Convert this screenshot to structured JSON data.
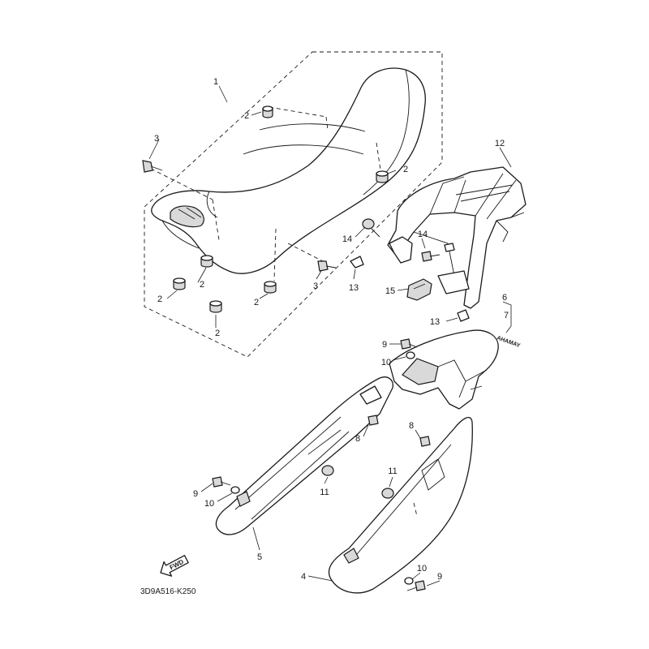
{
  "diagram": {
    "drawing_code": "3D9A516-K250",
    "forward_arrow_label": "FWD",
    "decal_text": "AHAMAY",
    "callouts": [
      {
        "id": "c1",
        "label": "1"
      },
      {
        "id": "c2a",
        "label": "2"
      },
      {
        "id": "c2b",
        "label": "2"
      },
      {
        "id": "c2c",
        "label": "2"
      },
      {
        "id": "c2d",
        "label": "2"
      },
      {
        "id": "c2e",
        "label": "2"
      },
      {
        "id": "c2f",
        "label": "2"
      },
      {
        "id": "c3a",
        "label": "3"
      },
      {
        "id": "c3b",
        "label": "3"
      },
      {
        "id": "c4",
        "label": "4"
      },
      {
        "id": "c5",
        "label": "5"
      },
      {
        "id": "c6",
        "label": "6"
      },
      {
        "id": "c7",
        "label": "7"
      },
      {
        "id": "c8a",
        "label": "8"
      },
      {
        "id": "c8b",
        "label": "8"
      },
      {
        "id": "c9a",
        "label": "9"
      },
      {
        "id": "c9b",
        "label": "9"
      },
      {
        "id": "c9c",
        "label": "9"
      },
      {
        "id": "c10a",
        "label": "10"
      },
      {
        "id": "c10b",
        "label": "10"
      },
      {
        "id": "c10c",
        "label": "10"
      },
      {
        "id": "c11a",
        "label": "11"
      },
      {
        "id": "c11b",
        "label": "11"
      },
      {
        "id": "c12",
        "label": "12"
      },
      {
        "id": "c13a",
        "label": "13"
      },
      {
        "id": "c13b",
        "label": "13"
      },
      {
        "id": "c14a",
        "label": "14"
      },
      {
        "id": "c14b",
        "label": "14"
      },
      {
        "id": "c15",
        "label": "15"
      }
    ]
  }
}
